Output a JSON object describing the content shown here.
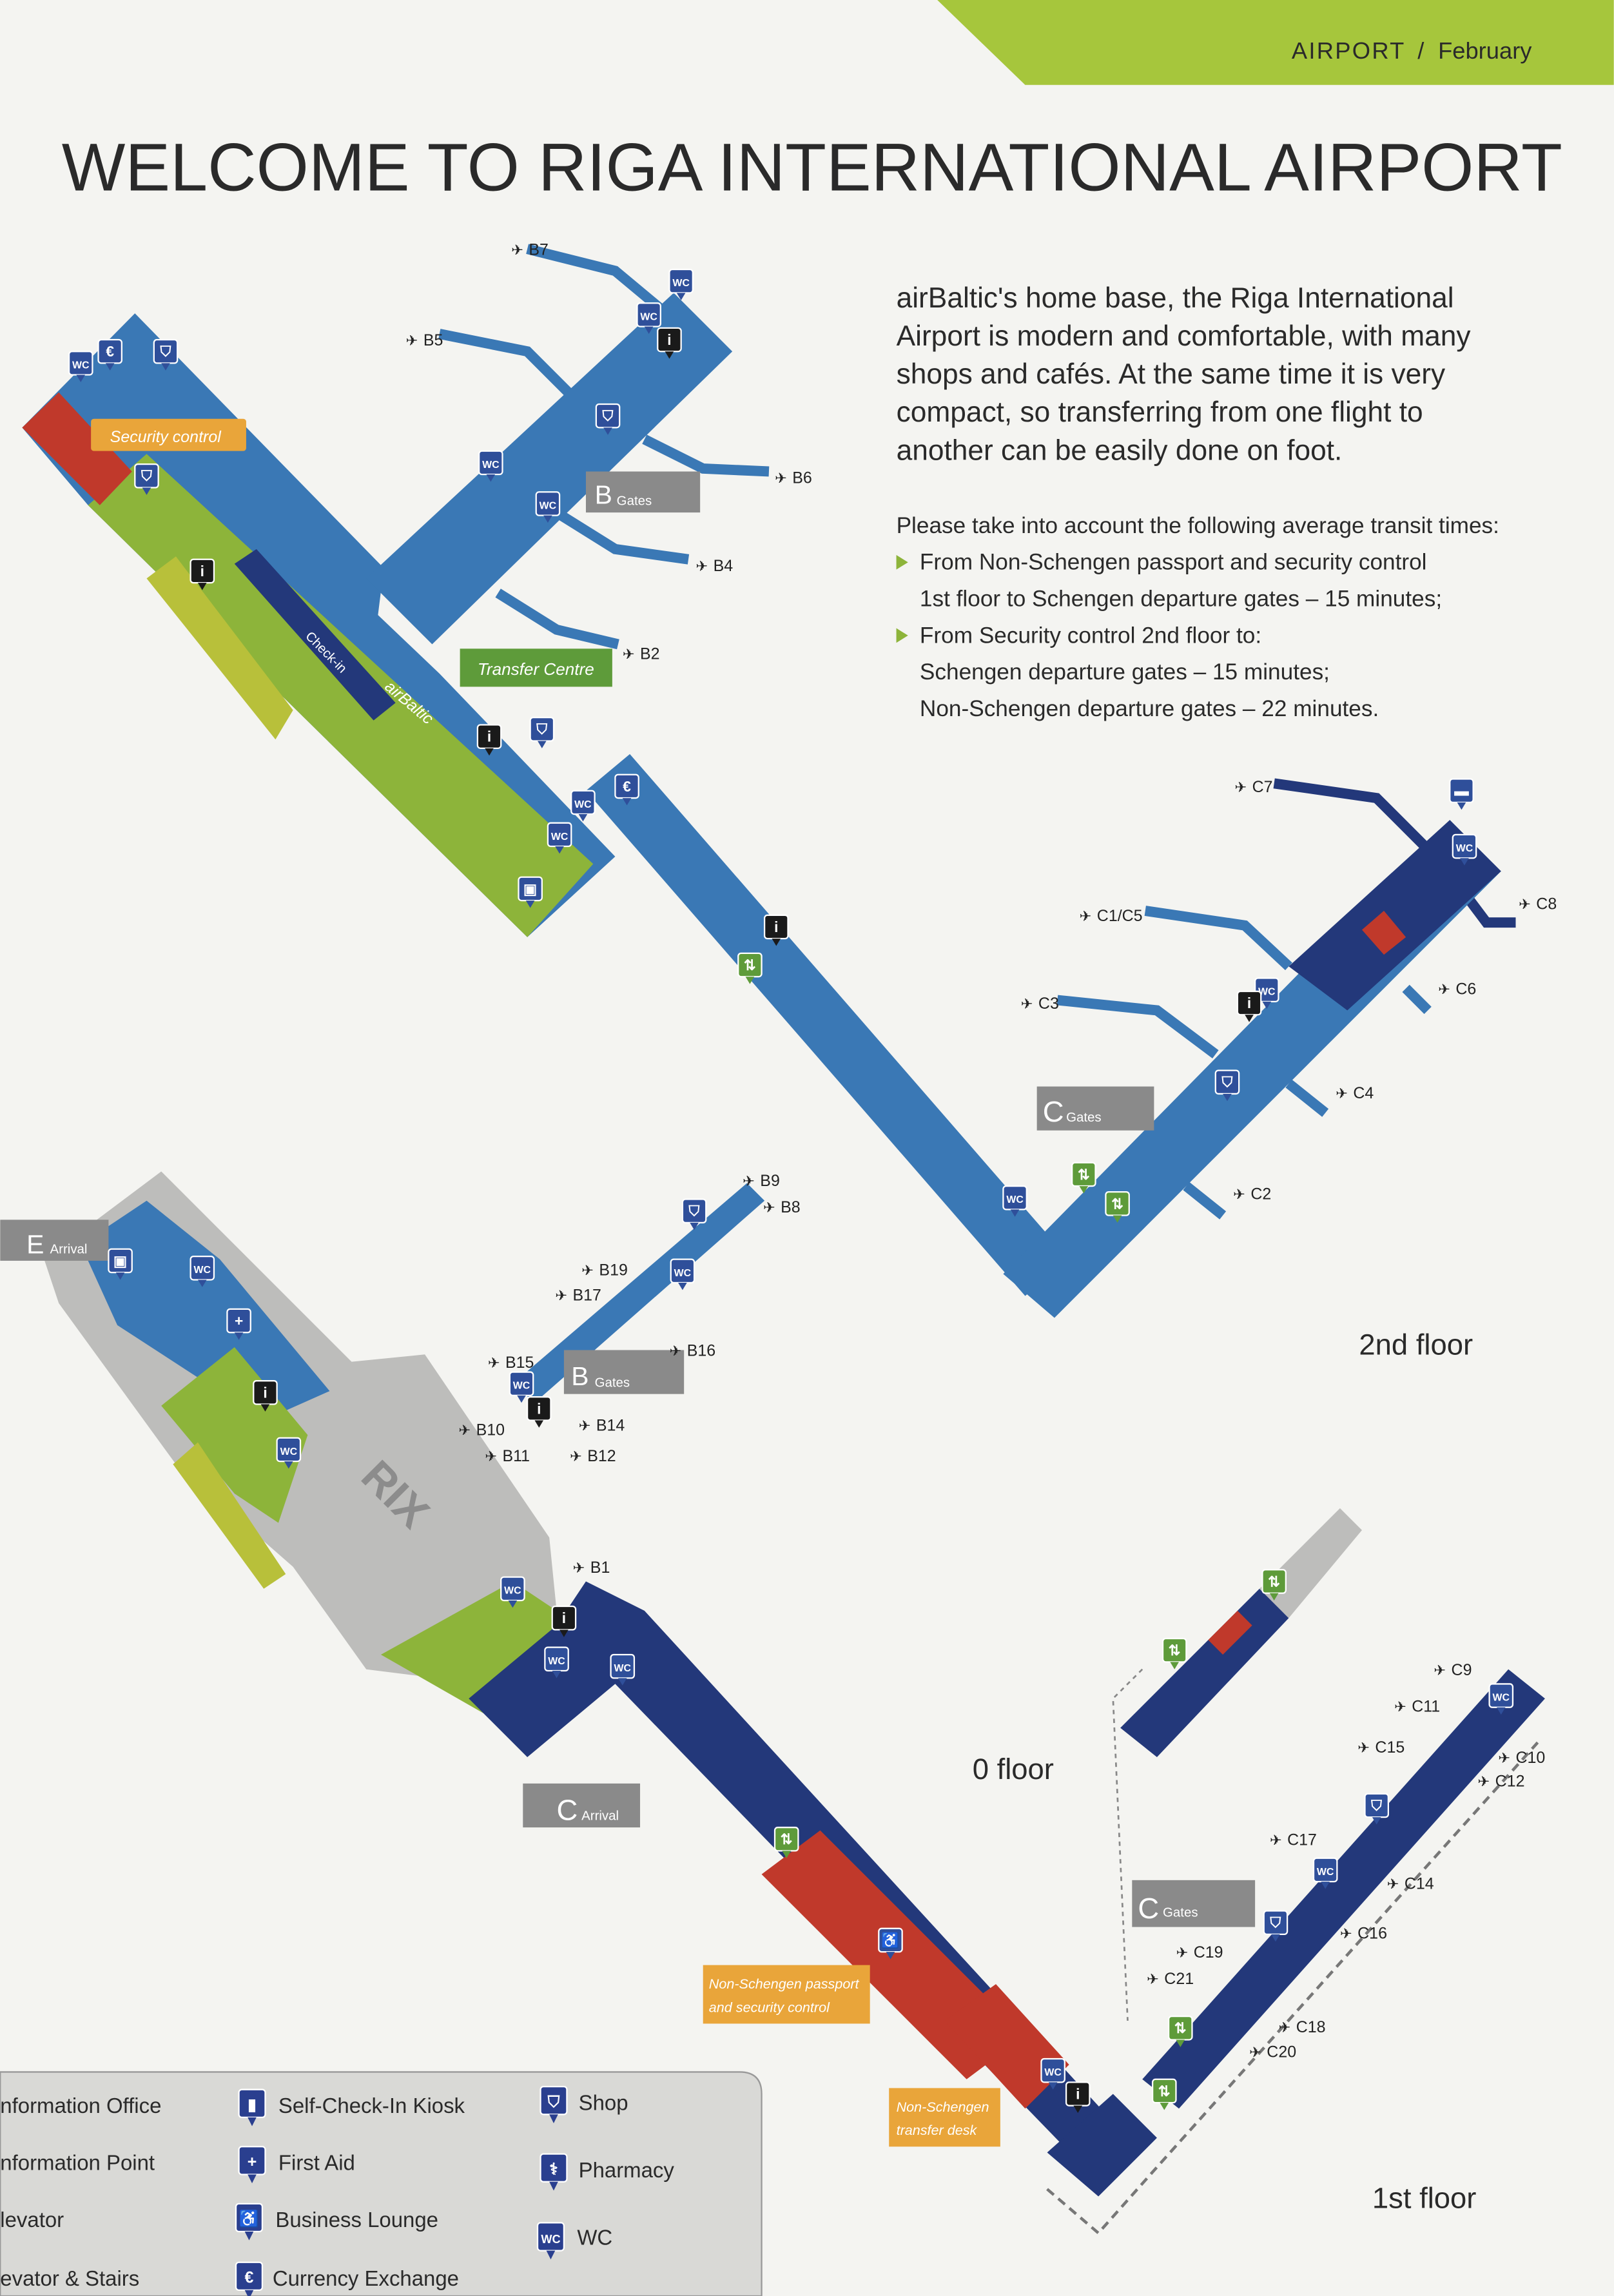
{
  "header": {
    "section": "AIRPORT",
    "separator": "/",
    "month": "February"
  },
  "title": "WELCOME TO RIGA INTERNATIONAL AIRPORT",
  "intro": {
    "lines": [
      "airBaltic's home base, the Riga International",
      "Airport is modern and comfortable, with many",
      "shops and cafés. At the same time it is very",
      "compact, so transferring from one flight to",
      "another can be easily done on foot."
    ],
    "transit_heading": "Please take into account the following average transit times:",
    "transit_lines": [
      "From Non-Schengen passport and security control",
      "1st floor to Schengen departure gates – 15 minutes;",
      "From Security control 2nd floor to:",
      "Schengen departure gates – 15 minutes;",
      "Non-Schengen departure gates – 22 minutes."
    ]
  },
  "map": {
    "floors": {
      "second": "2nd floor",
      "zero": "0 floor",
      "first": "1st floor"
    },
    "callouts": {
      "security_control": "Security control",
      "b_gates_letter": "B",
      "gates_word": "Gates",
      "transfer_centre": "Transfer Centre",
      "c_gates_letter": "C",
      "e_arrival_letter": "E",
      "arrival_word": "Arrival",
      "c_arrival_letter": "C",
      "non_schengen_passport_1": "Non-Schengen passport",
      "non_schengen_passport_2": "and security control",
      "non_schengen_transfer_1": "Non-Schengen",
      "non_schengen_transfer_2": "transfer desk",
      "checkin": "Check-in",
      "airbaltic": "airBaltic",
      "rix": "RIX"
    },
    "gates": [
      "B7",
      "B5",
      "B6",
      "B4",
      "B2",
      "C7",
      "C1/C5",
      "C8",
      "C3",
      "C6",
      "C4",
      "C2",
      "B9",
      "B8",
      "B19",
      "B17",
      "B16",
      "B15",
      "B14",
      "B10",
      "B11",
      "B12",
      "B1",
      "C9",
      "C11",
      "C15",
      "C10",
      "C12",
      "C17",
      "C14",
      "C16",
      "C19",
      "C21",
      "C18",
      "C20"
    ]
  },
  "legend": {
    "items": [
      "nformation Office",
      "nformation Point",
      "levator",
      "evator & Stairs",
      "Self-Check-In Kiosk",
      "First Aid",
      "Business Lounge",
      "Currency Exchange",
      "Shop",
      "Pharmacy",
      "WC"
    ],
    "icons": [
      "info-office-icon",
      "info-point-icon",
      "elevator-icon",
      "elevator-stairs-icon",
      "kiosk-icon",
      "first-aid-icon",
      "lounge-icon",
      "currency-icon",
      "shop-icon",
      "pharmacy-icon",
      "wc-icon"
    ],
    "wc_glyph": "WC"
  },
  "colors": {
    "blue": "#3a78b5",
    "navy": "#23387a",
    "green": "#8db43a",
    "gray": "#bdbdbb",
    "red": "#c0392b",
    "orange": "#e9a53a",
    "accent": "#a6c63c"
  }
}
